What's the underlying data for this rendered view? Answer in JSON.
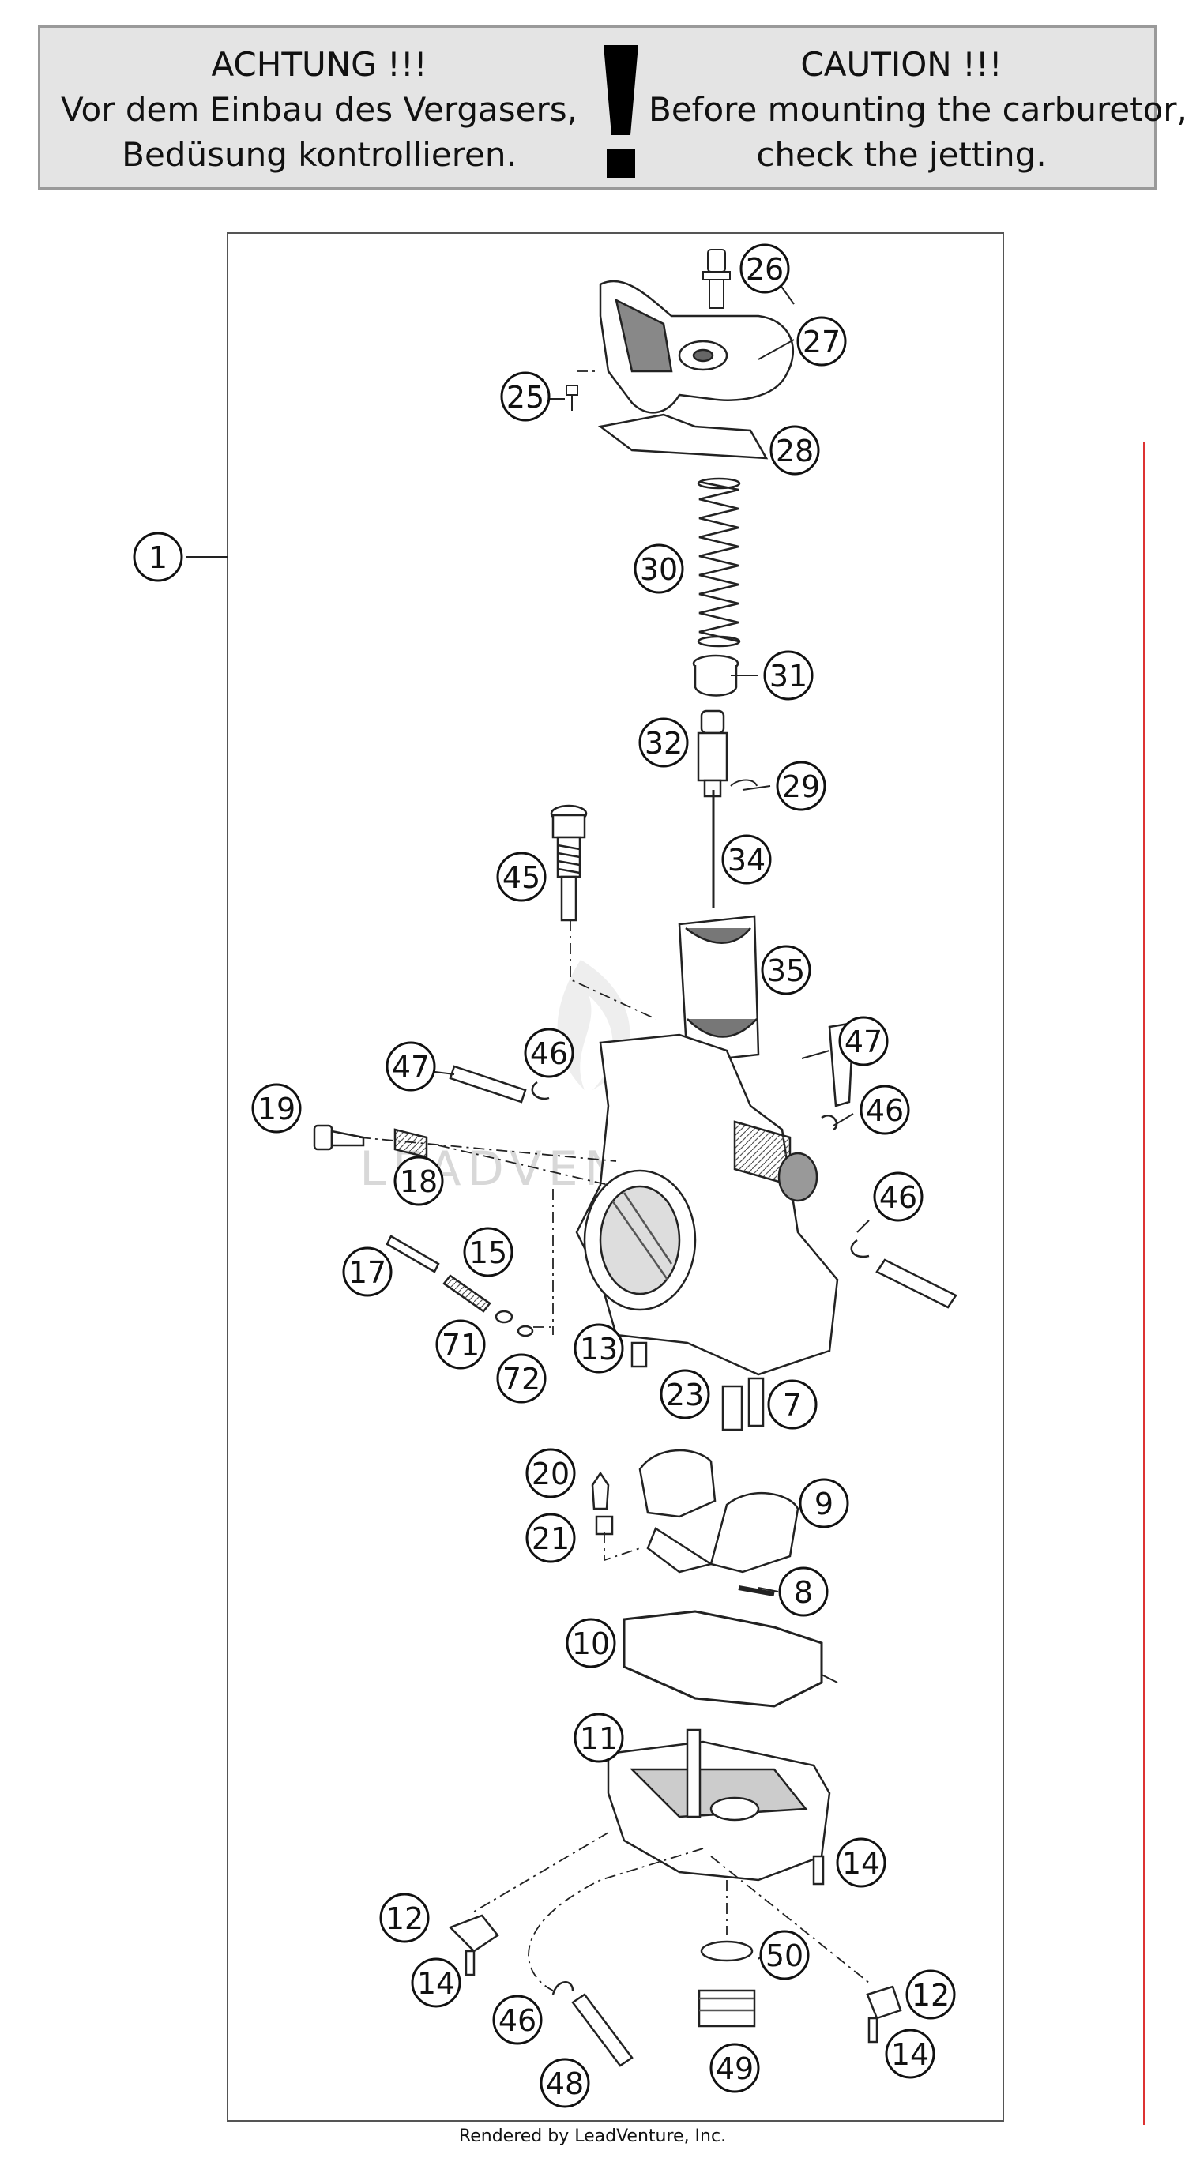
{
  "warning": {
    "de_title": "ACHTUNG !!!",
    "de_line1": "Vor dem Einbau des Vergasers,",
    "de_line2": "Bedüsung kontrollieren.",
    "en_title": "CAUTION !!!",
    "en_line1": "Before mounting the carburetor,",
    "en_line2": "check the jetting."
  },
  "watermark": "LEADVENTURE",
  "callouts": [
    "1",
    "26",
    "27",
    "25",
    "28",
    "30",
    "31",
    "32",
    "29",
    "34",
    "45",
    "35",
    "47",
    "46",
    "19",
    "18",
    "46",
    "47",
    "46",
    "17",
    "15",
    "71",
    "72",
    "13",
    "23",
    "7",
    "20",
    "9",
    "21",
    "8",
    "10",
    "11",
    "14",
    "12",
    "14",
    "50",
    "12",
    "46",
    "49",
    "48",
    "14"
  ],
  "footer": "Rendered by LeadVenture, Inc."
}
